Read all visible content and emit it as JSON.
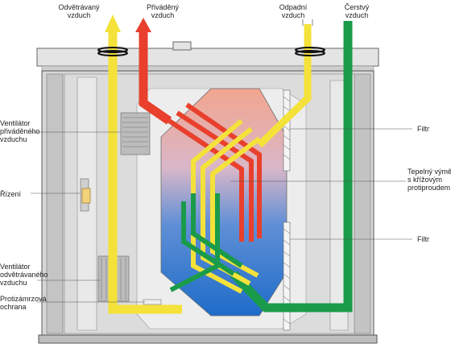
{
  "labels": {
    "exhaust_out": "Odvětrávaný\nvzduch",
    "supply_out": "Přiváděný\nvzduch",
    "extract_in": "Odpadní\nvzduch",
    "fresh_in": "Čerstvý\nvzduch",
    "supply_fan": "Ventilátor\npřiváděného\nvzduchu",
    "control": "Řízení",
    "exhaust_fan": "Ventilátor\nodvětrávaného\nvzduchu",
    "frost_protection": "Protizámrzová\nochrana",
    "filter_top": "Filtr",
    "heat_exchanger": "Tepelný výměník\ns křížovým\nprotiproudem",
    "filter_bottom": "Filtr"
  },
  "colors": {
    "hot_air": "#e8402c",
    "warm_air": "#f4e23a",
    "cold_air": "#1a9b4a",
    "cool_air": "#1f6fc4"
  }
}
